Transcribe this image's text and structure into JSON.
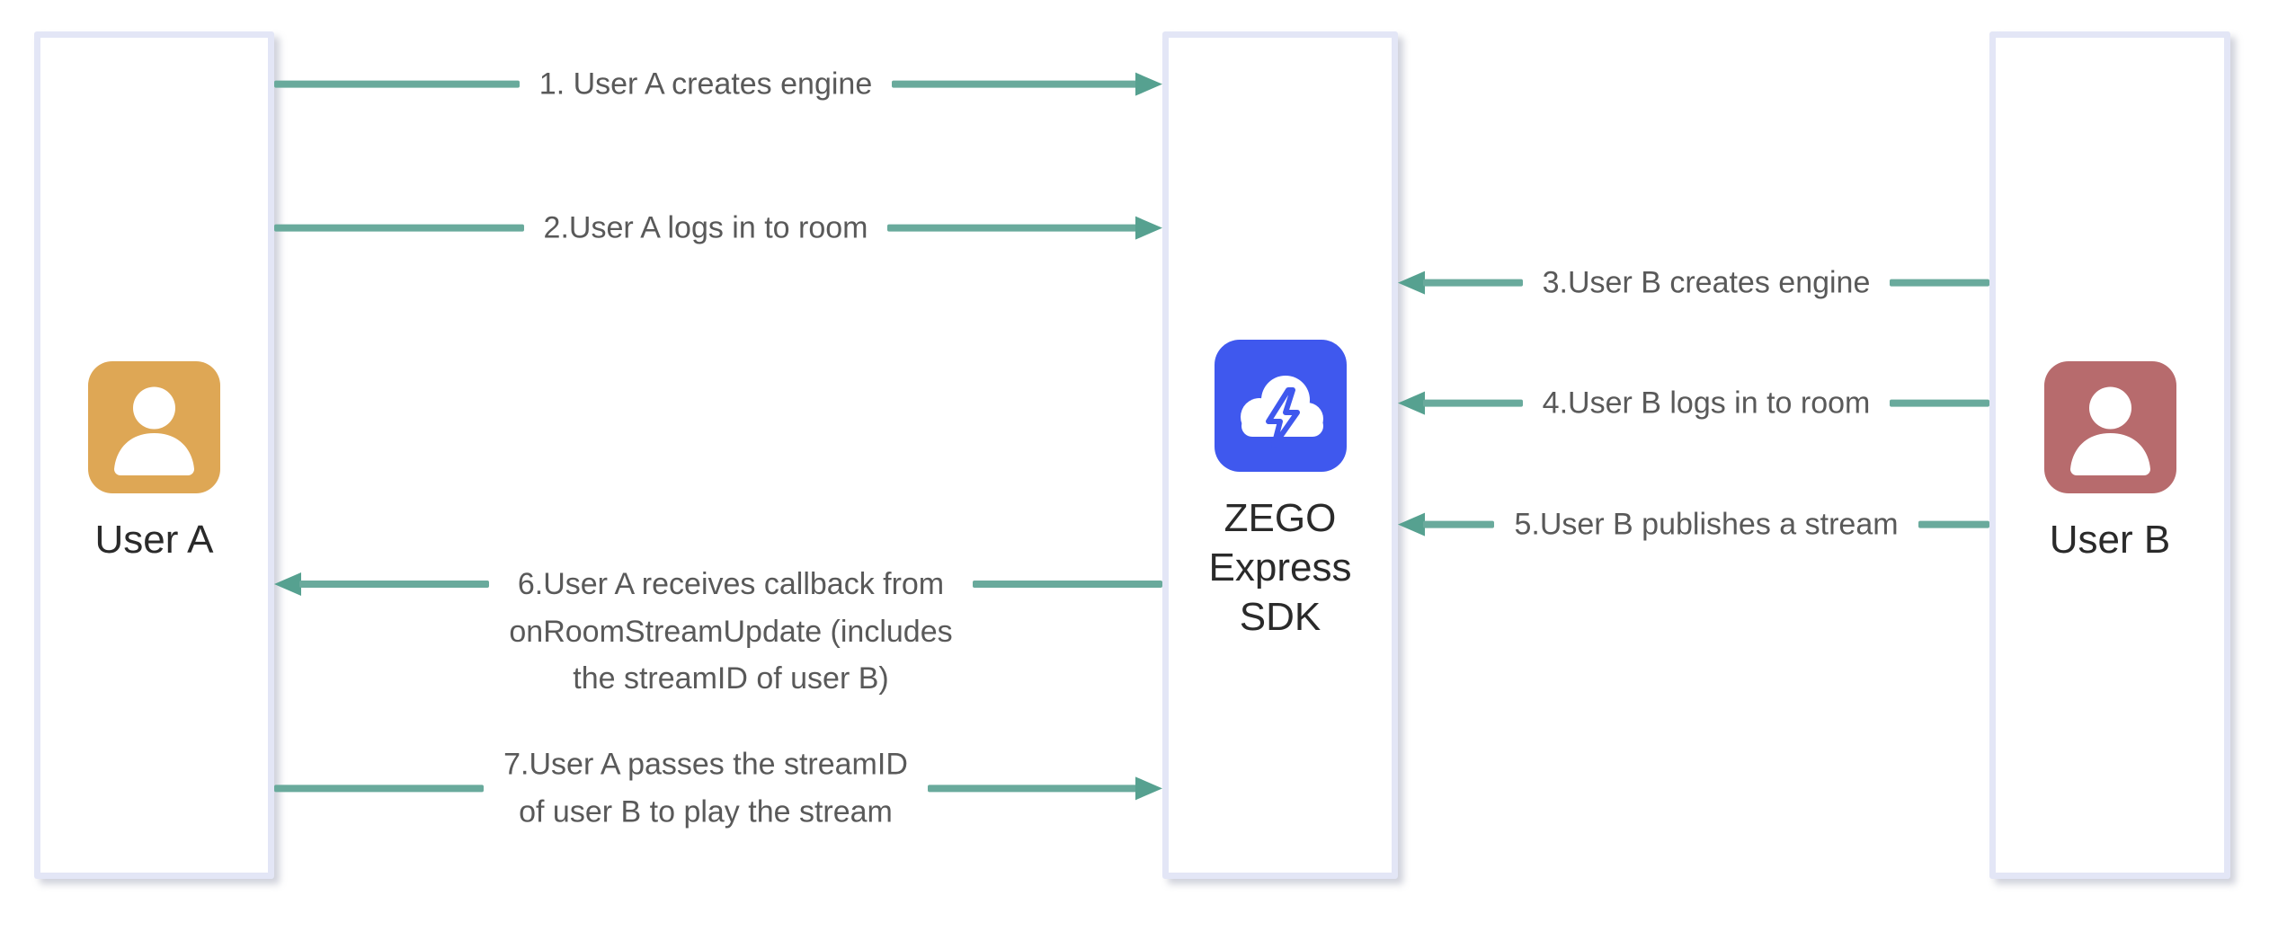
{
  "diagram_title": "ZEGO Express SDK stream publish/play flow",
  "colors": {
    "arrow_line": "#69AA9C",
    "arrow_head": "#56A190",
    "lane_border": "#E3E6F6",
    "message_text": "#595959",
    "label_text": "#2A2A2A",
    "user_a_icon": "#DEA755",
    "user_b_icon": "#B76B6D",
    "sdk_icon": "#3F58EE",
    "icon_glyph": "#FFFFFF"
  },
  "lanes": {
    "user_a": {
      "label": "User A",
      "icon": "user-icon"
    },
    "sdk": {
      "label_lines": [
        "ZEGO",
        "Express",
        "SDK"
      ],
      "icon": "cloud-lightning-icon"
    },
    "user_b": {
      "label": "User B",
      "icon": "user-icon"
    }
  },
  "messages": {
    "m1": {
      "lines": [
        "1. User A creates engine"
      ],
      "from": "User A",
      "to": "ZEGO Express SDK",
      "direction": "right"
    },
    "m2": {
      "lines": [
        "2.User A logs in to room"
      ],
      "from": "User A",
      "to": "ZEGO Express SDK",
      "direction": "right"
    },
    "m3": {
      "lines": [
        "3.User B creates engine"
      ],
      "from": "User B",
      "to": "ZEGO Express SDK",
      "direction": "left"
    },
    "m4": {
      "lines": [
        "4.User B logs in to room"
      ],
      "from": "User B",
      "to": "ZEGO Express SDK",
      "direction": "left"
    },
    "m5": {
      "lines": [
        "5.User B publishes a stream"
      ],
      "from": "User B",
      "to": "ZEGO Express SDK",
      "direction": "left"
    },
    "m6": {
      "lines": [
        "6.User A receives callback from",
        "onRoomStreamUpdate (includes",
        "the streamID of user B)"
      ],
      "from": "ZEGO Express SDK",
      "to": "User A",
      "direction": "left"
    },
    "m7": {
      "lines": [
        "7.User A passes the streamID",
        "of user B to play the stream"
      ],
      "from": "User A",
      "to": "ZEGO Express SDK",
      "direction": "right"
    }
  }
}
